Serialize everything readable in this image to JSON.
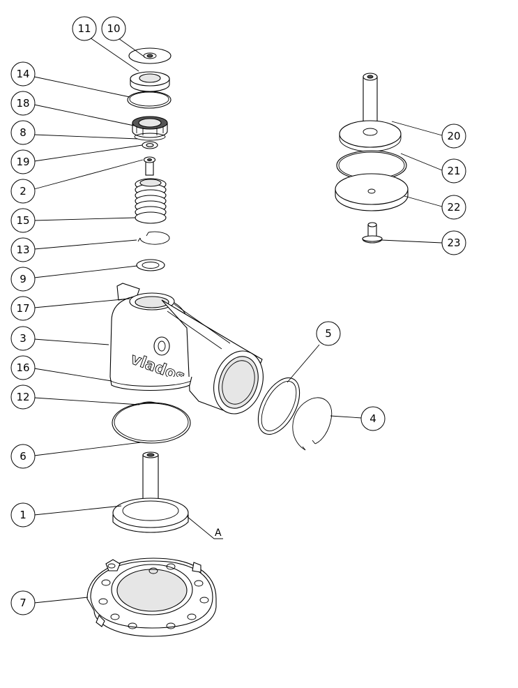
{
  "diagram": {
    "brand": "vlados",
    "reference_letter": "A",
    "callouts": [
      {
        "id": "c11",
        "label": "11"
      },
      {
        "id": "c10",
        "label": "10"
      },
      {
        "id": "c14",
        "label": "14"
      },
      {
        "id": "c18",
        "label": "18"
      },
      {
        "id": "c8",
        "label": "8"
      },
      {
        "id": "c19",
        "label": "19"
      },
      {
        "id": "c2",
        "label": "2"
      },
      {
        "id": "c15",
        "label": "15"
      },
      {
        "id": "c13",
        "label": "13"
      },
      {
        "id": "c9",
        "label": "9"
      },
      {
        "id": "c17",
        "label": "17"
      },
      {
        "id": "c3",
        "label": "3"
      },
      {
        "id": "c16",
        "label": "16"
      },
      {
        "id": "c12",
        "label": "12"
      },
      {
        "id": "c6",
        "label": "6"
      },
      {
        "id": "c1",
        "label": "1"
      },
      {
        "id": "c7",
        "label": "7"
      },
      {
        "id": "c5",
        "label": "5"
      },
      {
        "id": "c4",
        "label": "4"
      },
      {
        "id": "c20",
        "label": "20"
      },
      {
        "id": "c21",
        "label": "21"
      },
      {
        "id": "c22",
        "label": "22"
      },
      {
        "id": "c23",
        "label": "23"
      }
    ]
  }
}
